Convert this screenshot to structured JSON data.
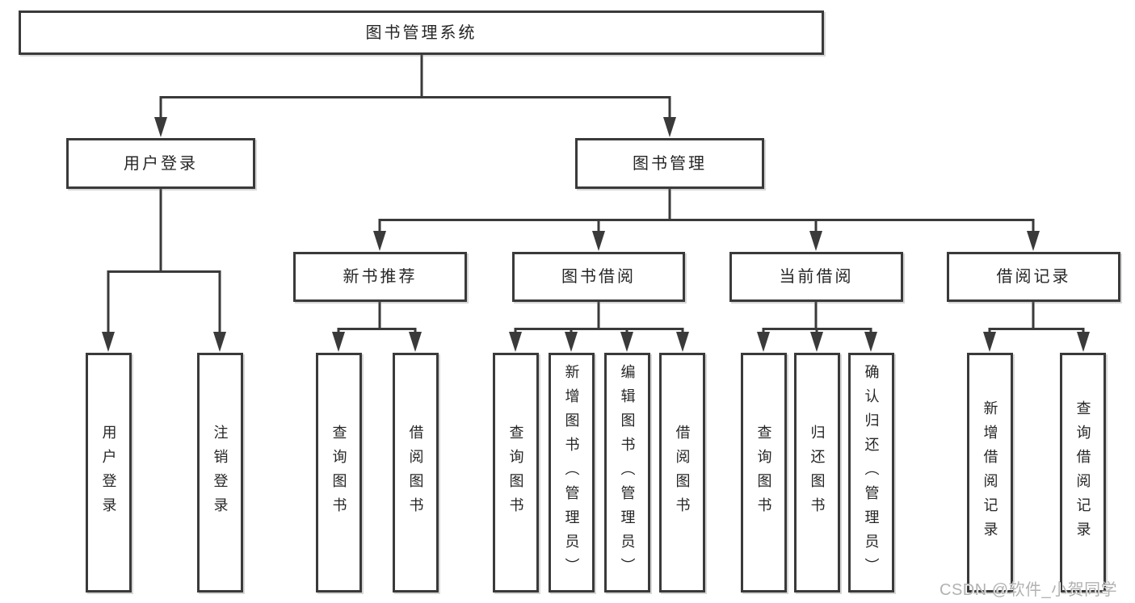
{
  "diagram_type": "functional-structure-tree",
  "colors": {
    "line": "#3a3a3a",
    "box_border": "#3a3a3a",
    "text": "#262626",
    "background": "#ffffff",
    "watermark": "#b3b1b1"
  },
  "watermark": "CSDN @软件_小贺同学",
  "tree": {
    "root": {
      "label": "图书管理系统",
      "children": [
        {
          "label": "用户登录",
          "children": [
            {
              "label": "用户登录"
            },
            {
              "label": "注销登录"
            }
          ]
        },
        {
          "label": "图书管理",
          "children": [
            {
              "label": "新书推荐",
              "children": [
                {
                  "label": "查询图书"
                },
                {
                  "label": "借阅图书"
                }
              ]
            },
            {
              "label": "图书借阅",
              "children": [
                {
                  "label": "查询图书"
                },
                {
                  "label": "新增图书（管理员）"
                },
                {
                  "label": "编辑图书（管理员）"
                },
                {
                  "label": "借阅图书"
                }
              ]
            },
            {
              "label": "当前借阅",
              "children": [
                {
                  "label": "查询图书"
                },
                {
                  "label": "归还图书"
                },
                {
                  "label": "确认归还（管理员）"
                }
              ]
            },
            {
              "label": "借阅记录",
              "children": [
                {
                  "label": "新增借阅记录"
                },
                {
                  "label": "查询借阅记录"
                }
              ]
            }
          ]
        }
      ]
    }
  }
}
